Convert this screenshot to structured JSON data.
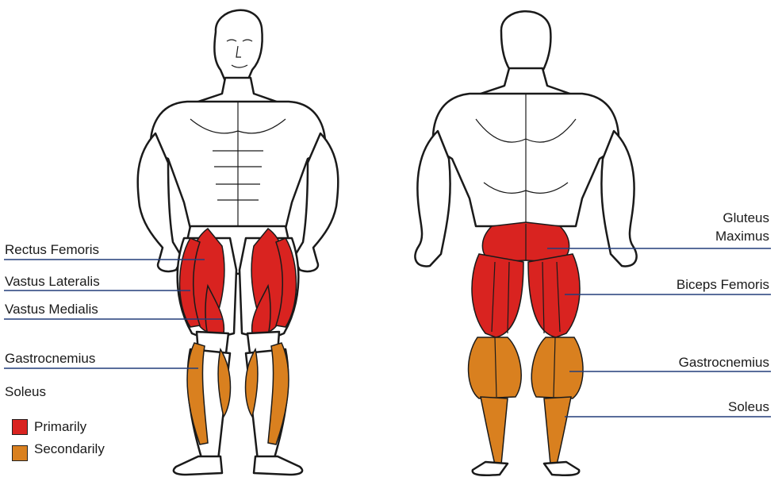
{
  "labels": {
    "front": [
      "Rectus Femoris",
      "Vastus Lateralis",
      "Vastus Medialis",
      "Gastrocnemius",
      "Soleus"
    ],
    "back": [
      "Gluteus",
      "Maximus",
      "Biceps Femoris",
      "Gastrocnemius",
      "Soleus"
    ]
  },
  "legend": {
    "primary": "Primarily",
    "secondary": "Secondarily"
  },
  "colors": {
    "primary": "#d92320",
    "secondary": "#d9801f",
    "leader_line": "#223d7a",
    "outline": "#1a1a1a"
  }
}
